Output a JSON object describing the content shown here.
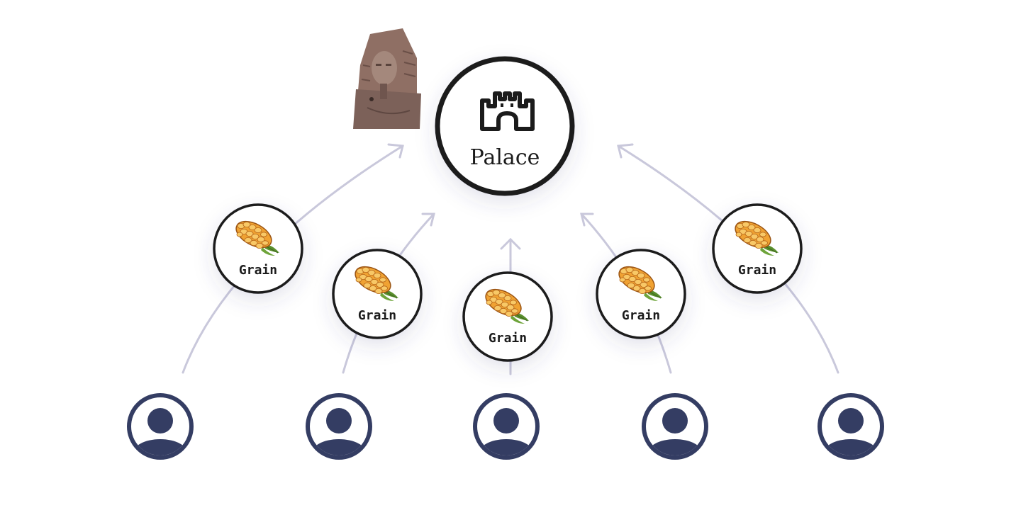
{
  "palace": {
    "label": "Palace",
    "icon": "castle-icon",
    "ruler_icon": "pharaoh-statue-icon"
  },
  "grain": {
    "icon": "grain-icon",
    "items": [
      {
        "label": "Grain"
      },
      {
        "label": "Grain"
      },
      {
        "label": "Grain"
      },
      {
        "label": "Grain"
      },
      {
        "label": "Grain"
      }
    ]
  },
  "people": {
    "icon": "person-icon",
    "count": 5
  },
  "colors": {
    "arrow": "#c9c8db",
    "node_border": "#1b1b1b",
    "person": "#343d63",
    "grain_fill": "#f0a232",
    "grain_dark": "#b5661a",
    "leaf": "#5a8f2e",
    "statue": "#8f6f64"
  }
}
